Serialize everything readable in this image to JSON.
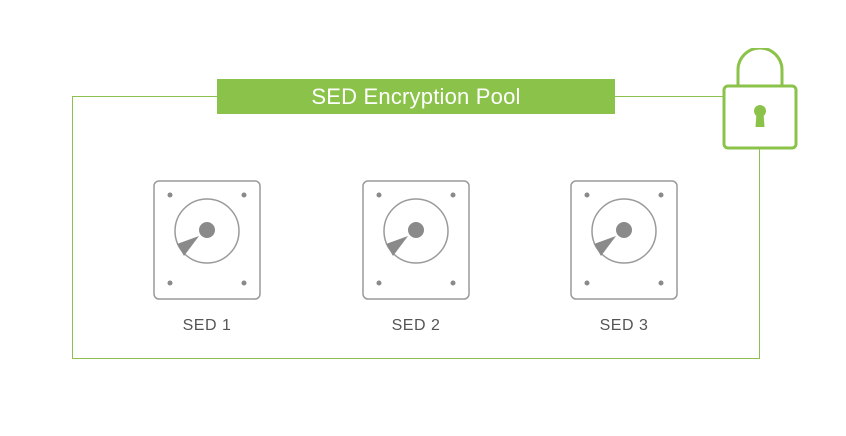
{
  "pool": {
    "title": "SED Encryption Pool"
  },
  "drives": [
    {
      "label": "SED 1",
      "icon": "hard-drive-icon"
    },
    {
      "label": "SED 2",
      "icon": "hard-drive-icon"
    },
    {
      "label": "SED 3",
      "icon": "hard-drive-icon"
    }
  ],
  "lock": {
    "icon": "padlock-icon"
  },
  "colors": {
    "accent": "#8bc34a",
    "drive_stroke": "#999999",
    "drive_fill": "#8a8a8a",
    "label_text": "#555555"
  }
}
